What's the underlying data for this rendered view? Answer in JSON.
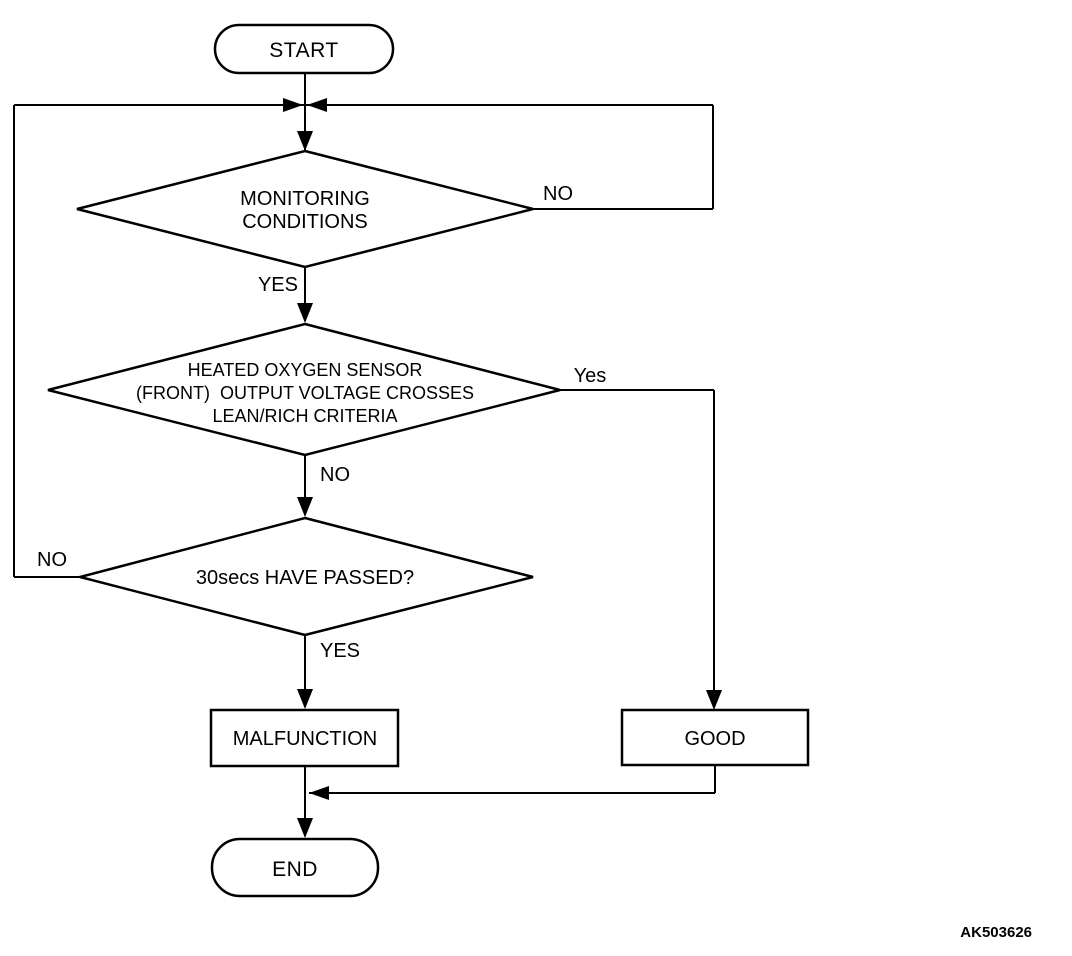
{
  "diagram": {
    "figure_code": "AK503626",
    "colors": {
      "line": "#000000",
      "background": "#ffffff",
      "text": "#000000"
    },
    "nodes": {
      "start": {
        "type": "terminator",
        "label": "START"
      },
      "monitoring": {
        "type": "decision",
        "lines": [
          "MONITORING",
          "CONDITIONS"
        ]
      },
      "oxygen": {
        "type": "decision",
        "lines": [
          "HEATED OXYGEN SENSOR",
          "(FRONT)  OUTPUT VOLTAGE CROSSES",
          "LEAN/RICH CRITERIA"
        ]
      },
      "passed": {
        "type": "decision",
        "lines": [
          "30secs HAVE PASSED?"
        ]
      },
      "malfunction": {
        "type": "process",
        "label": "MALFUNCTION"
      },
      "good": {
        "type": "process",
        "label": "GOOD"
      },
      "end": {
        "type": "terminator",
        "label": "END"
      }
    },
    "edge_labels": {
      "monitoring_no": "NO",
      "monitoring_yes": "YES",
      "oxygen_yes": "Yes",
      "oxygen_no": "NO",
      "passed_no": "NO",
      "passed_yes": "YES"
    }
  }
}
